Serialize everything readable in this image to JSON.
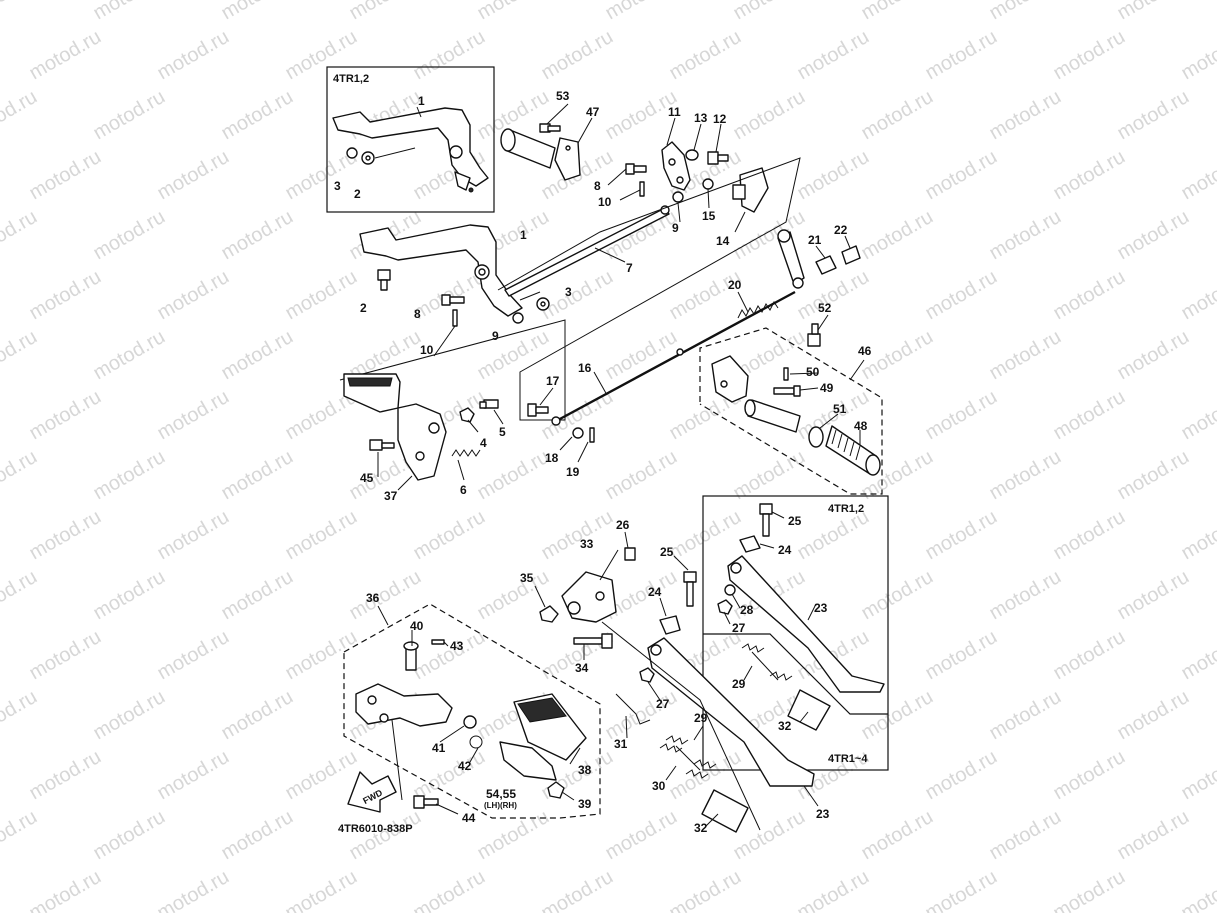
{
  "watermark": "motod.ru",
  "diagram_code": "4TR6010-838P",
  "fwd_label": "FWD",
  "boxes": {
    "top_left_variant": "4TR1,2",
    "right_variant": "4TR1,2",
    "right_variant_bottom": "4TR1~4"
  },
  "callouts": {
    "p1a": "1",
    "p2a": "2",
    "p3a": "3",
    "p1": "1",
    "p2": "2",
    "p3": "3",
    "p4": "4",
    "p5": "5",
    "p6": "6",
    "p7": "7",
    "p8": "8",
    "p8b": "8",
    "p9": "9",
    "p9b": "9",
    "p10": "10",
    "p10b": "10",
    "p11": "11",
    "p12": "12",
    "p13": "13",
    "p14": "14",
    "p15": "15",
    "p16": "16",
    "p17": "17",
    "p18": "18",
    "p19": "19",
    "p20": "20",
    "p21": "21",
    "p22": "22",
    "p23": "23",
    "p23b": "23",
    "p24": "24",
    "p24b": "24",
    "p25": "25",
    "p25b": "25",
    "p26": "26",
    "p27": "27",
    "p27b": "27",
    "p28": "28",
    "p29": "29",
    "p29b": "29",
    "p30": "30",
    "p31": "31",
    "p32": "32",
    "p32b": "32",
    "p33": "33",
    "p34": "34",
    "p35": "35",
    "p36": "36",
    "p37": "37",
    "p38": "38",
    "p39": "39",
    "p40": "40",
    "p41": "41",
    "p42": "42",
    "p43": "43",
    "p44": "44",
    "p45": "45",
    "p46": "46",
    "p47": "47",
    "p48": "48",
    "p49": "49",
    "p50": "50",
    "p51": "51",
    "p52": "52",
    "p53": "53",
    "p5455": "54,55",
    "p5455sub": "(LH)(RH)"
  }
}
